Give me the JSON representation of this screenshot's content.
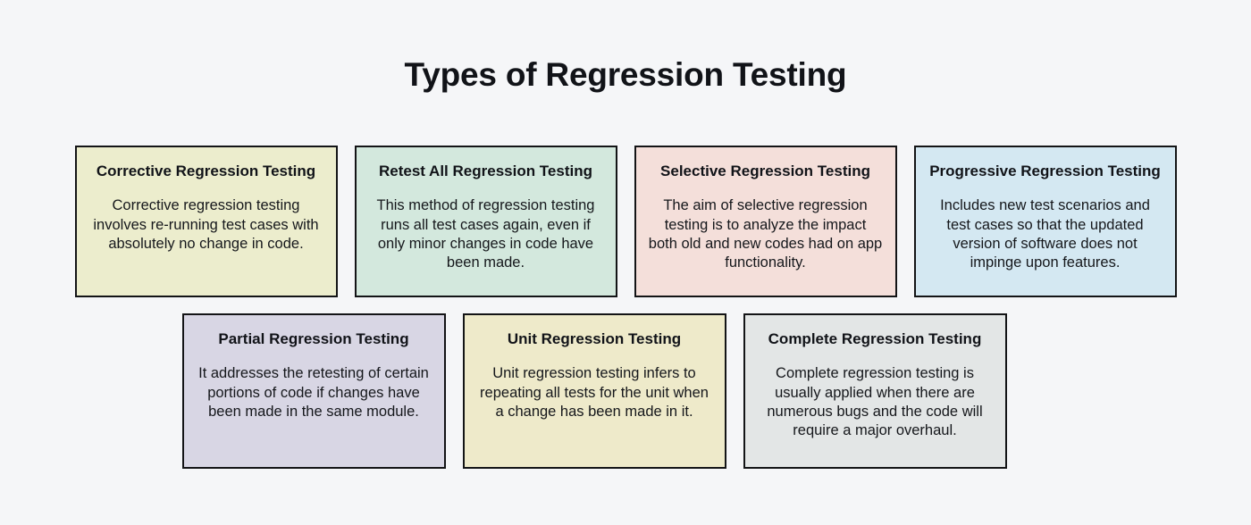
{
  "page": {
    "title": "Types of Regression Testing",
    "background_color": "#f5f6f8",
    "text_color": "#111318",
    "border_color": "#131416"
  },
  "rows": [
    {
      "name": "row-1",
      "cards": [
        {
          "heading": "Corrective Regression Testing",
          "body": "Corrective regression testing involves re-running test cases with absolutely no change in code.",
          "fill_color": "#ecedcd"
        },
        {
          "heading": "Retest All Regression Testing",
          "body": "This method of regression testing runs all test cases again, even if only minor changes in code have been made.",
          "fill_color": "#d3e8dd"
        },
        {
          "heading": "Selective Regression Testing",
          "body": "The aim of selective regression testing is to analyze the impact both old and new codes had on app functionality.",
          "fill_color": "#f4dfda"
        },
        {
          "heading": "Progressive Regression Testing",
          "body": "Includes new test scenarios and test cases so that the updated version of software does not impinge upon features.",
          "fill_color": "#d4e8f2"
        }
      ]
    },
    {
      "name": "row-2",
      "cards": [
        {
          "heading": "Partial Regression Testing",
          "body": "It addresses the retesting of certain portions of code if changes have been made in the same module.",
          "fill_color": "#d8d6e4"
        },
        {
          "heading": "Unit Regression Testing",
          "body": "Unit regression testing infers to repeating all tests for the unit when a change has been made in it.",
          "fill_color": "#eeeaca"
        },
        {
          "heading": "Complete Regression Testing",
          "body": "Complete regression testing is usually applied when there are numerous bugs and the code will require a major overhaul.",
          "fill_color": "#e3e6e6"
        }
      ]
    }
  ]
}
